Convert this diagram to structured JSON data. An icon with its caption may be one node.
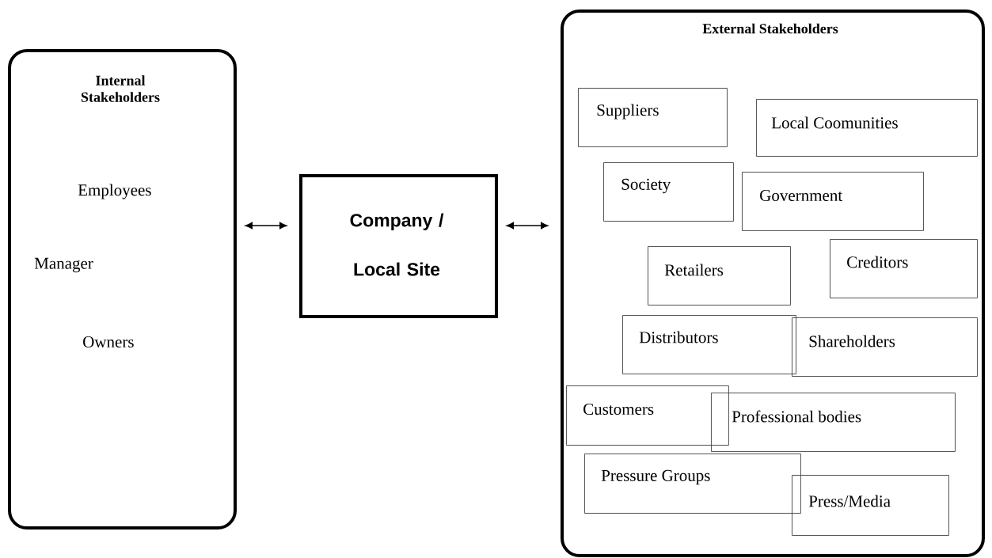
{
  "diagram": {
    "nodes": [
      {
        "text": [
          "Internal Stakeholders",
          "Employees",
          "Manager",
          "Owners"
        ]
      },
      {
        "text": [
          "Company / Local Site"
        ]
      },
      {
        "text": [
          "External Stakeholders"
        ]
      },
      {
        "text": [
          "Suppliers"
        ],
        "in": 2
      },
      {
        "text": [
          "Local Coomunities"
        ],
        "in": 2
      },
      {
        "text": [
          "Society"
        ],
        "in": 2
      },
      {
        "text": [
          "Government"
        ],
        "in": 2
      },
      {
        "text": [
          "Retailers"
        ],
        "in": 2
      },
      {
        "text": [
          "Creditors"
        ],
        "in": 2
      },
      {
        "text": [
          "Distributors"
        ],
        "in": 2
      },
      {
        "text": [
          "Shareholders"
        ],
        "in": 2
      },
      {
        "text": [
          "Customers"
        ],
        "in": 2
      },
      {
        "text": [
          "Professional bodies"
        ],
        "in": 2
      },
      {
        "text": [
          "Pressure Groups"
        ],
        "in": 2
      },
      {
        "text": [
          "Press/Media"
        ],
        "in": 2
      }
    ],
    "edges": [
      {
        "from": 0,
        "to": 1,
        "arrow": "both"
      },
      {
        "from": 1,
        "to": 2,
        "arrow": "both"
      }
    ]
  }
}
